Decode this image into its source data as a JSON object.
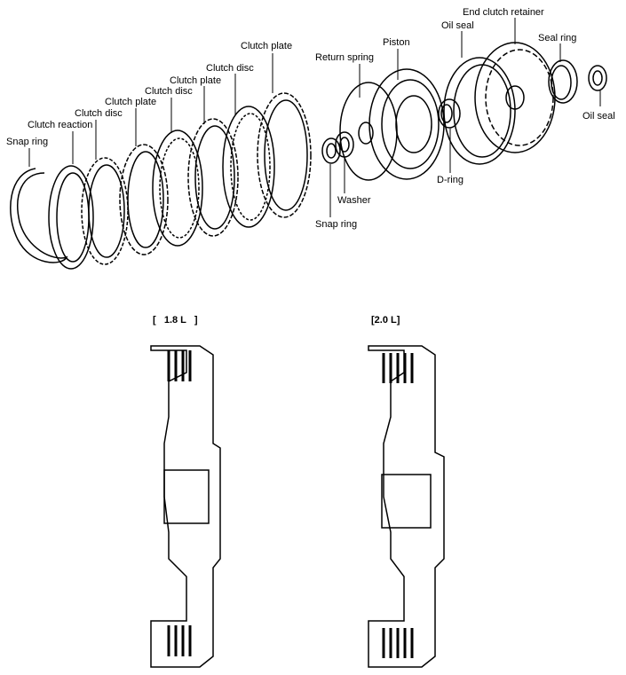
{
  "exploded_view": {
    "labels": {
      "snap_ring_left": "Snap ring",
      "clutch_reaction": "Clutch reaction",
      "clutch_disc_1": "Clutch disc",
      "clutch_plate_1": "Clutch plate",
      "clutch_disc_2": "Clutch disc",
      "clutch_plate_2": "Clutch plate",
      "clutch_disc_3": "Clutch disc",
      "clutch_plate_3": "Clutch plate",
      "return_spring": "Return spring",
      "piston": "Piston",
      "oil_seal_top": "Oil seal",
      "end_clutch_retainer": "End clutch retainer",
      "seal_ring": "Seal ring",
      "oil_seal_right": "Oil seal",
      "d_ring": "D-ring",
      "washer": "Washer",
      "snap_ring_bottom": "Snap ring"
    }
  },
  "sections": {
    "left_title": "[   1.8 L   ]",
    "right_title": "[2.0 L]"
  }
}
